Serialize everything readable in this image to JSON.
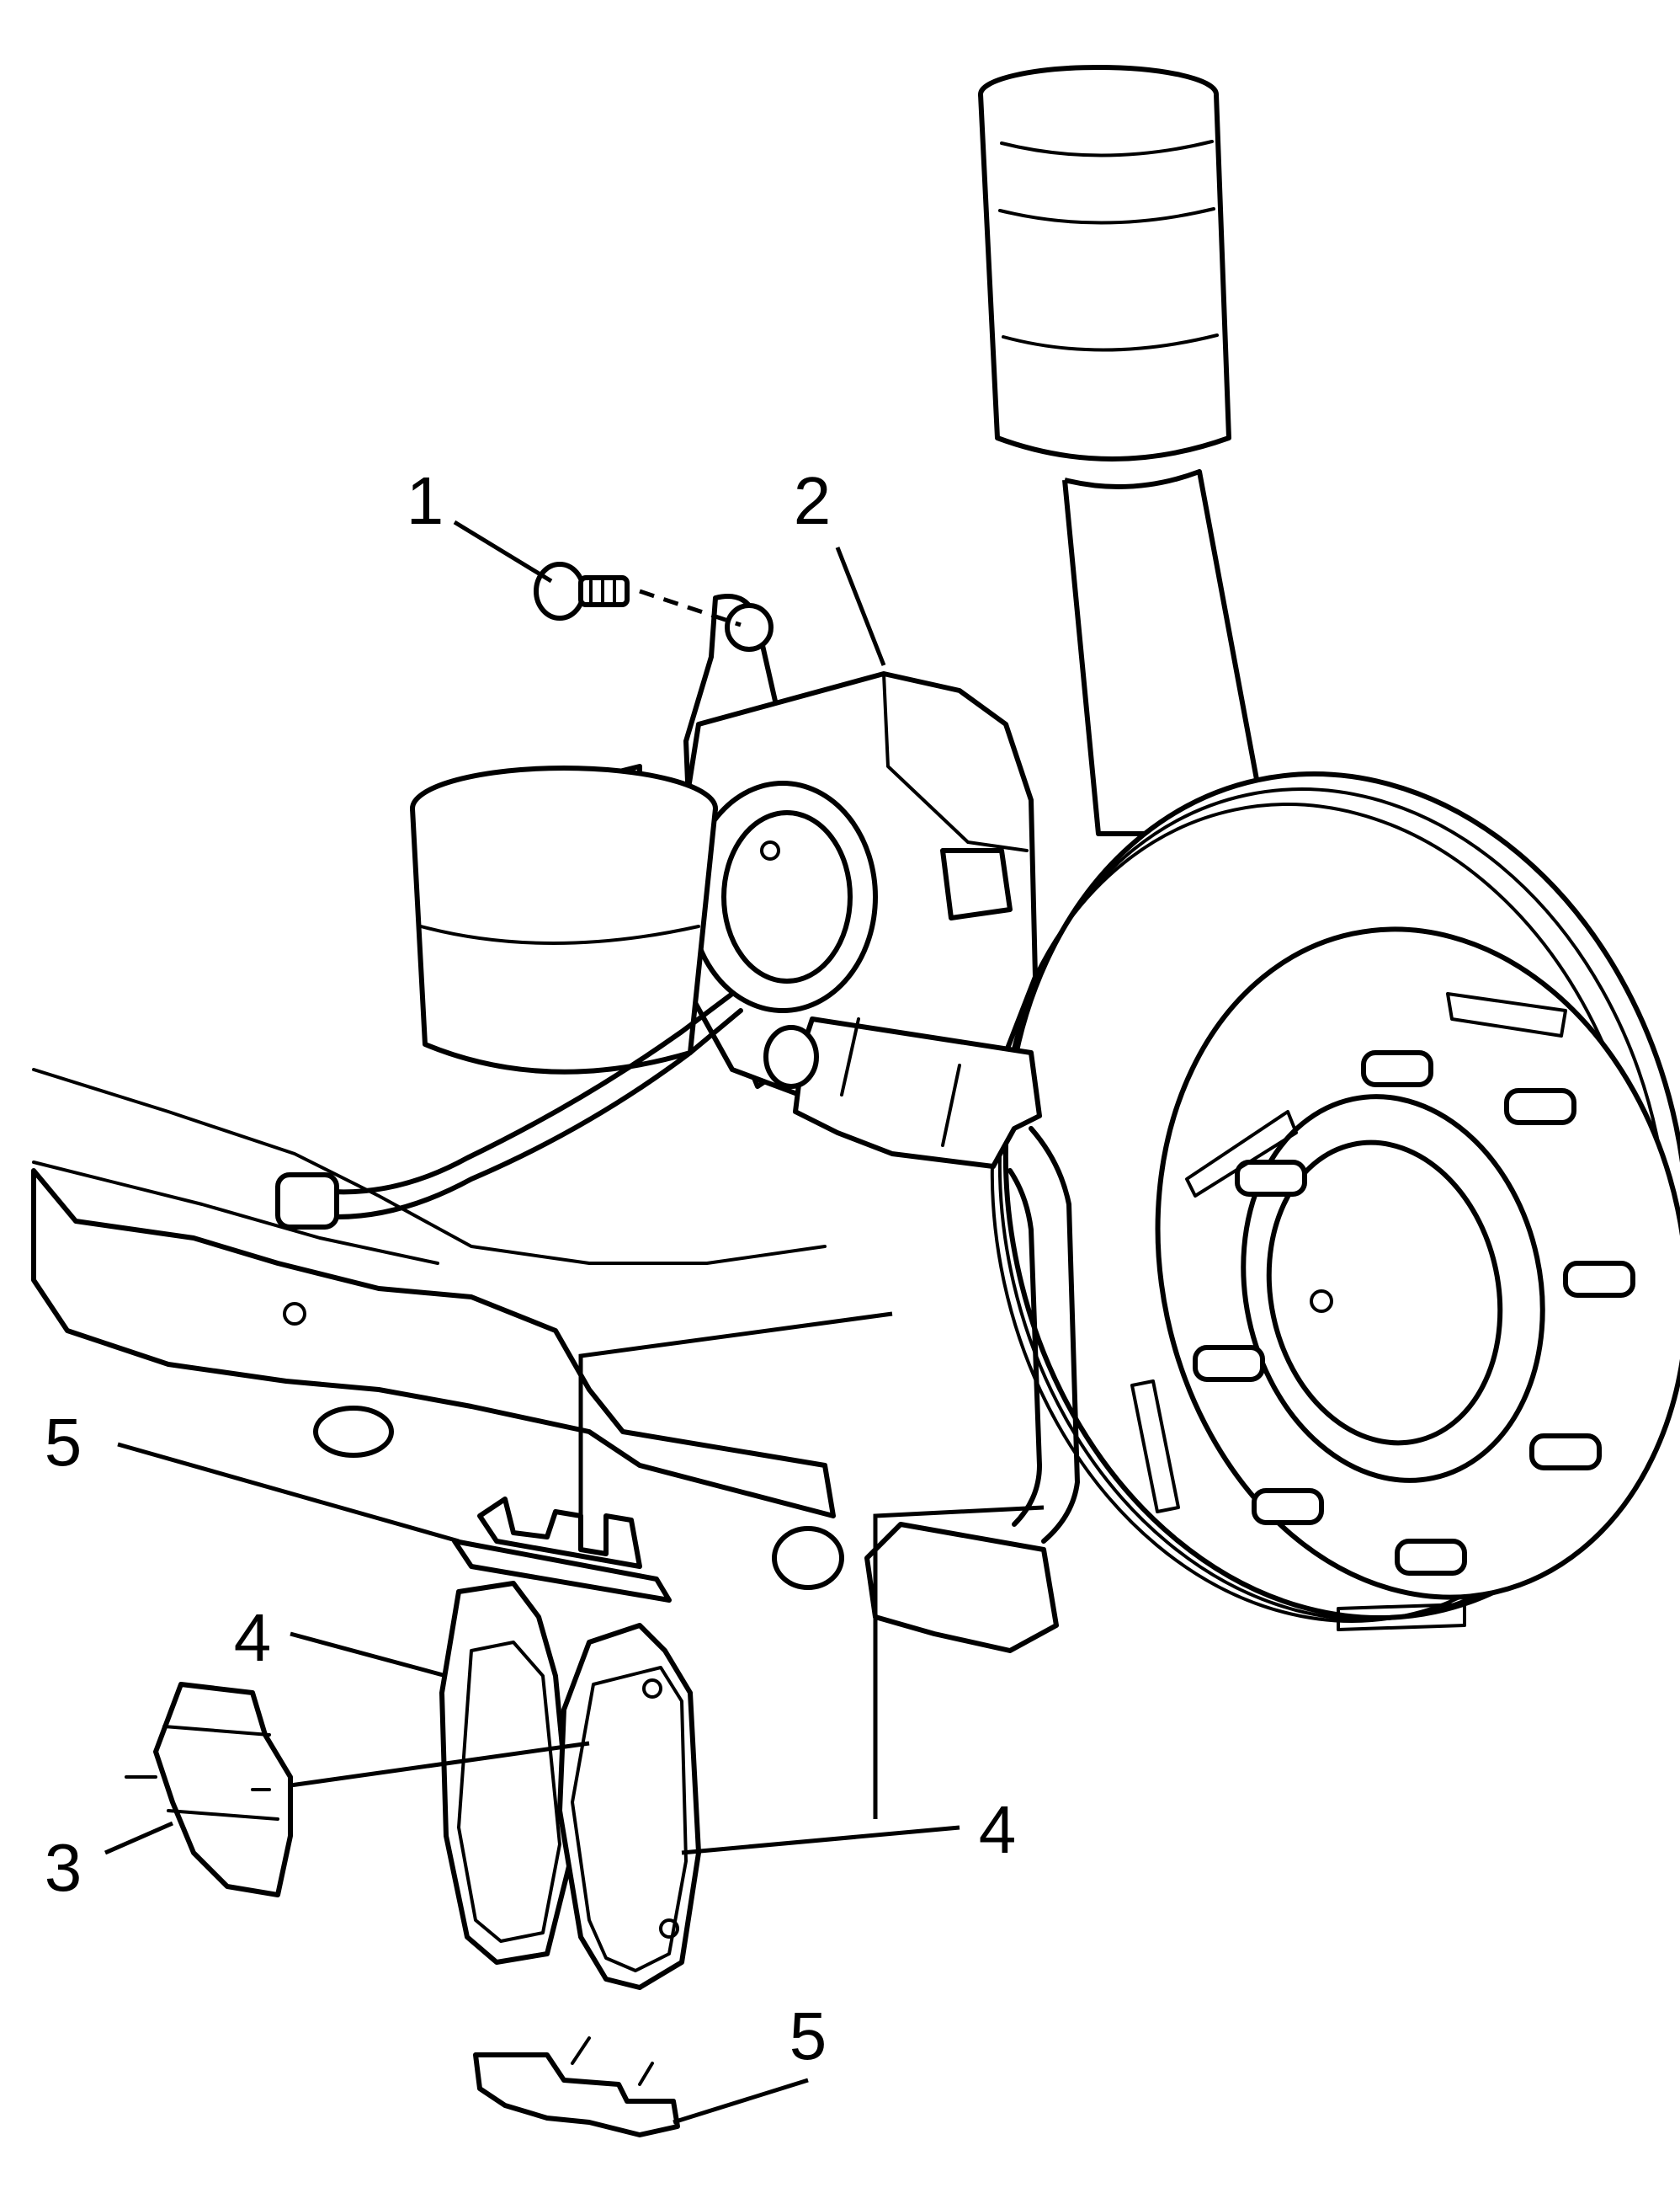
{
  "callouts": {
    "c1": "1",
    "c2": "2",
    "c3": "3",
    "c4a": "4",
    "c4b": "4",
    "c5a": "5",
    "c5b": "5"
  },
  "colors": {
    "ink": "#000000",
    "paper": "#ffffff"
  }
}
